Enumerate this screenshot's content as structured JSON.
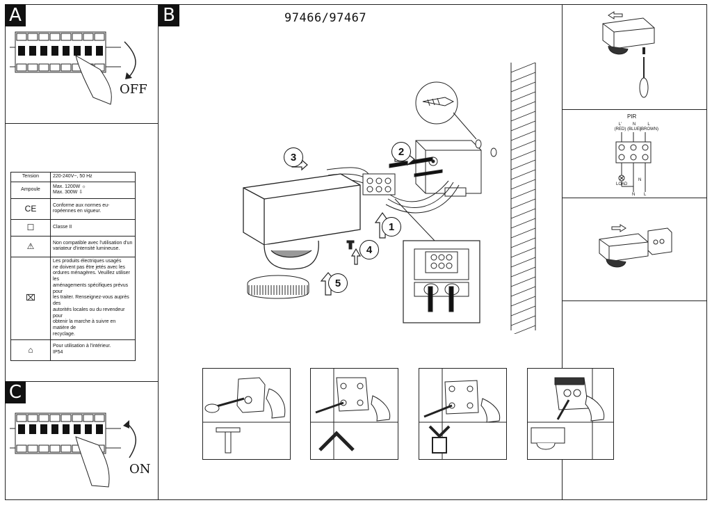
{
  "title": "97466/97467",
  "panels": {
    "a": "A",
    "b": "B",
    "c": "C"
  },
  "switch_off": "OFF",
  "switch_on": "ON",
  "steps": [
    "1",
    "2",
    "3",
    "4",
    "5"
  ],
  "spec_rows": [
    {
      "key": "Tension",
      "value": "220-240V~, 50 Hz"
    },
    {
      "key": "Ampoule",
      "value": "Max. 1200W ☼\nMax. 300W ⇩"
    },
    {
      "key": "CE",
      "value": "Conforme aux normes eu-\nropéennes en vigueur."
    },
    {
      "key": "☐",
      "value": "Classe II"
    },
    {
      "key": "⚠",
      "value": "Non compatible avec l'utilisation d'un\nvariateur d'intensité lumineuse."
    },
    {
      "key": "⌧",
      "value": "Les produits électriques usagés\nne doivent pas être jetés avec les\nordures ménagères. Veuillez utiliser les\naménagements spécifiques prévus pour\nles traiter. Renseignez-vous auprès des\nautorités locales ou du revendeur pour\nobtenir la marche à suivre en matière de\nrecyclage."
    },
    {
      "key": "⌂",
      "value": "Pour utilisation à l'intérieur.\nIP54"
    }
  ],
  "pir": {
    "title": "PIR",
    "l1": "L'\n(RED)",
    "n": "N\n(BLUE)",
    "l": "L\n(BROWN)",
    "load": "LOAD",
    "n_low": "N",
    "l_low": "L",
    "n_arrow": "N"
  }
}
